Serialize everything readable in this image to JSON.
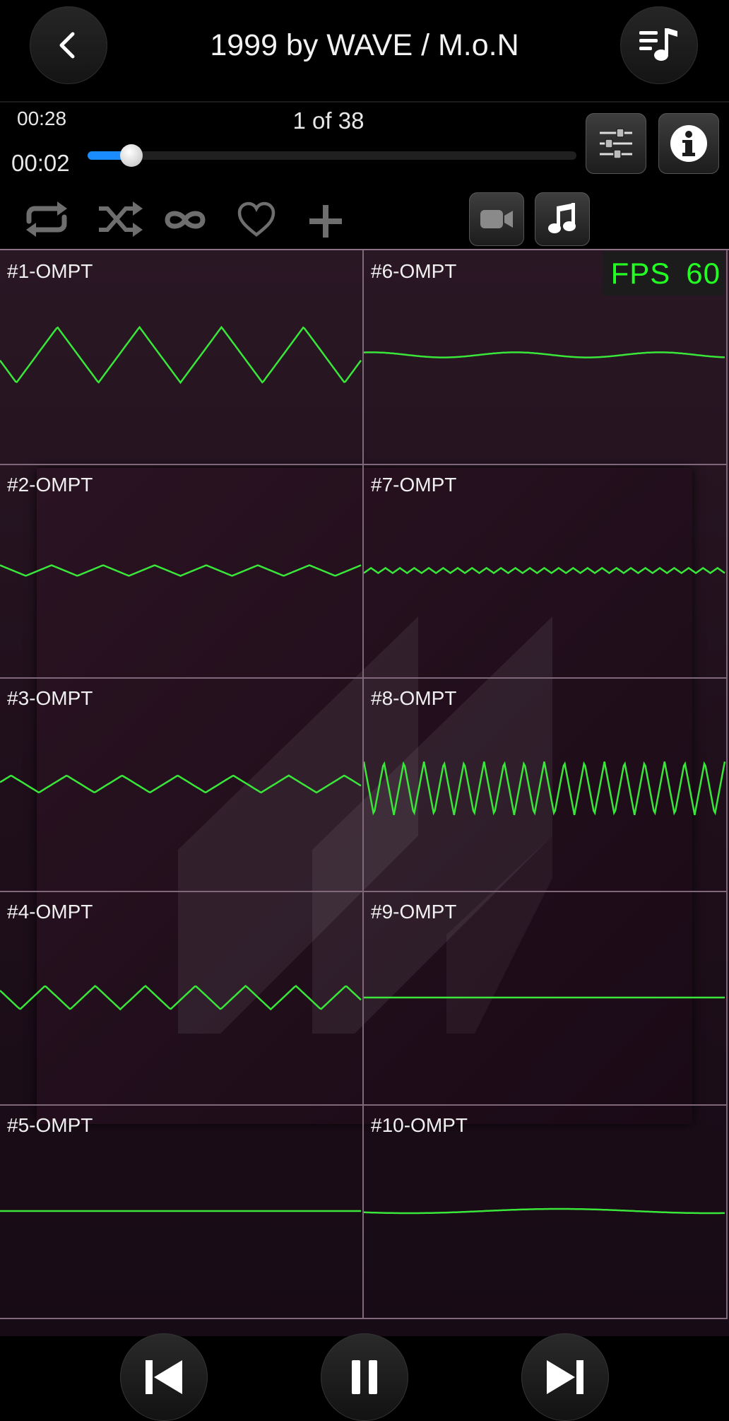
{
  "header": {
    "title": "1999 by WAVE / M.o.N"
  },
  "playback": {
    "total_time": "00:28",
    "elapsed_time": "00:02",
    "track_position": "1 of 38",
    "progress": 0.09
  },
  "overlay": {
    "fps_label": "FPS",
    "fps_value": "60"
  },
  "channels": [
    {
      "label": "#1-OMPT",
      "col": 0,
      "row": 0,
      "baseline": 0.49,
      "amp": 0.13,
      "cycles": 4.4,
      "shape": "triangle",
      "phase": 0.8
    },
    {
      "label": "#2-OMPT",
      "col": 0,
      "row": 1,
      "baseline": 0.5,
      "amp": 0.025,
      "cycles": 7,
      "shape": "triangle",
      "phase": 0.5
    },
    {
      "label": "#3-OMPT",
      "col": 0,
      "row": 2,
      "baseline": 0.5,
      "amp": 0.04,
      "cycles": 6.5,
      "shape": "triangle",
      "phase": 0.3
    },
    {
      "label": "#4-OMPT",
      "col": 0,
      "row": 3,
      "baseline": 0.5,
      "amp": 0.055,
      "cycles": 7.2,
      "shape": "triangle",
      "phase": 0.6
    },
    {
      "label": "#5-OMPT",
      "col": 0,
      "row": 4,
      "baseline": 0.5,
      "amp": 0,
      "cycles": 1,
      "shape": "flat",
      "phase": 0
    },
    {
      "label": "#6-OMPT",
      "col": 1,
      "row": 0,
      "baseline": 0.49,
      "amp": 0.012,
      "cycles": 2.5,
      "shape": "sine",
      "phase": 0.2
    },
    {
      "label": "#7-OMPT",
      "col": 1,
      "row": 1,
      "baseline": 0.5,
      "amp": 0.012,
      "cycles": 25,
      "shape": "triangle",
      "phase": 0
    },
    {
      "label": "#8-OMPT",
      "col": 1,
      "row": 2,
      "baseline": 0.52,
      "amp": 0.125,
      "cycles": 18,
      "shape": "triangle",
      "phase": 0.5
    },
    {
      "label": "#9-OMPT",
      "col": 1,
      "row": 3,
      "baseline": 0.5,
      "amp": 0,
      "cycles": 1,
      "shape": "flat",
      "phase": 0
    },
    {
      "label": "#10-OMPT",
      "col": 1,
      "row": 4,
      "baseline": 0.5,
      "amp": 0.01,
      "cycles": 1.2,
      "shape": "sine",
      "phase": 0.6
    }
  ],
  "colors": {
    "accent": "#1a8cff",
    "waveform": "#39e639",
    "fps": "#23ff23",
    "cell_border": "#7e687a"
  },
  "icons": {
    "back": "chevron-left-icon",
    "playlist": "playlist-music-icon",
    "equalizer": "sliders-icon",
    "info": "info-icon",
    "repeat": "repeat-icon",
    "shuffle": "shuffle-icon",
    "loop": "infinity-icon",
    "favorite": "heart-icon",
    "add": "plus-icon",
    "video": "video-camera-icon",
    "music": "music-note-icon",
    "previous": "skip-previous-icon",
    "pause": "pause-icon",
    "next": "skip-next-icon"
  }
}
